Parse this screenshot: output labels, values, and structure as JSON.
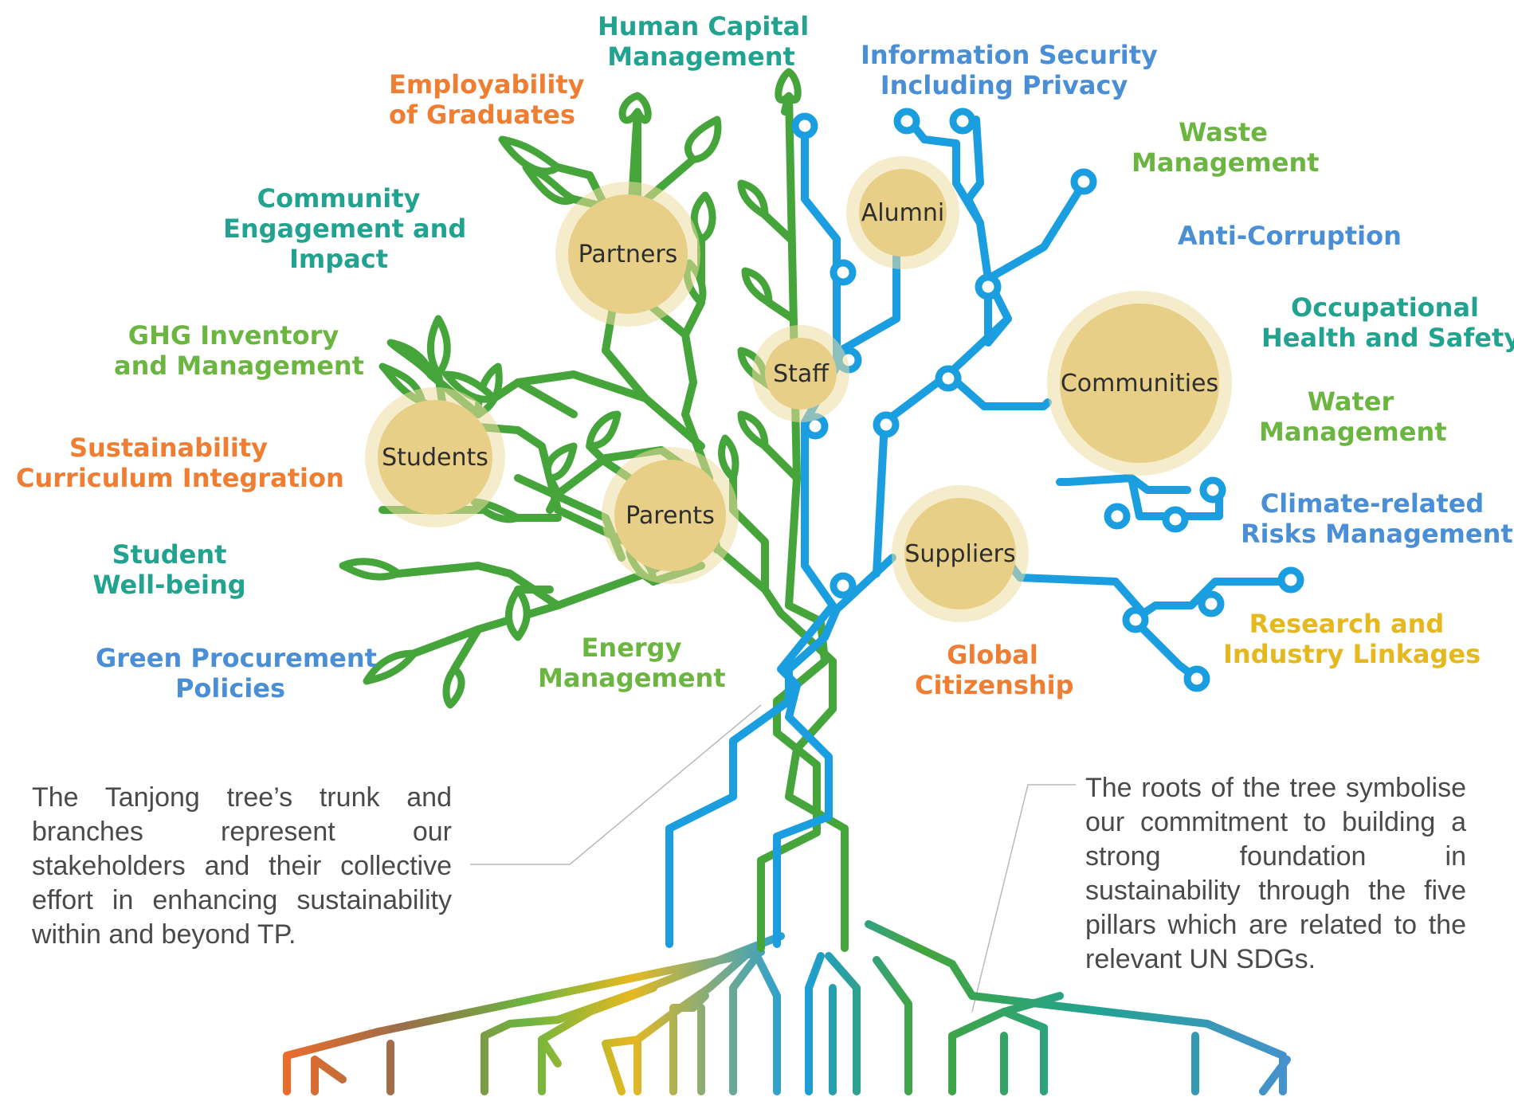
{
  "colors": {
    "green_branch": "#45a53a",
    "blue_branch": "#1a9ee0",
    "node_fill": "#e8cf87",
    "node_halo": "#f1e4b6",
    "orange": "#ef7d32",
    "teal": "#22a38f",
    "green": "#6bb541",
    "blue": "#4a8fd6",
    "yellow": "#e6b820",
    "body_text": "#4a4a4a"
  },
  "labels": {
    "human_capital": {
      "line1": "Human Capital",
      "line2": "Management"
    },
    "employability": {
      "line1": "Employability",
      "line2": "of Graduates"
    },
    "info_security": {
      "line1": "Information Security",
      "line2": "Including Privacy"
    },
    "waste": {
      "line1": "Waste",
      "line2": "Management"
    },
    "community": {
      "line1": "Community",
      "line2": "Engagement and",
      "line3": "Impact"
    },
    "anti_corruption": {
      "line1": "Anti-Corruption"
    },
    "ohs": {
      "line1": "Occupational",
      "line2": "Health and Safety"
    },
    "ghg": {
      "line1": "GHG Inventory",
      "line2": "and Management"
    },
    "water": {
      "line1": "Water",
      "line2": "Management"
    },
    "curriculum": {
      "line1": "Sustainability",
      "line2": "Curriculum Integration"
    },
    "climate": {
      "line1": "Climate-related",
      "line2": "Risks Management"
    },
    "wellbeing": {
      "line1": "Student",
      "line2": "Well-being"
    },
    "research": {
      "line1": "Research and",
      "line2": "Industry Linkages"
    },
    "energy": {
      "line1": "Energy",
      "line2": "Management"
    },
    "global": {
      "line1": "Global",
      "line2": "Citizenship"
    },
    "procurement": {
      "line1": "Green Procurement",
      "line2": "Policies"
    }
  },
  "nodes": {
    "partners": "Partners",
    "alumni": "Alumni",
    "staff": "Staff",
    "communities": "Communities",
    "students": "Students",
    "parents": "Parents",
    "suppliers": "Suppliers"
  },
  "captions": {
    "trunk": "The Tanjong tree’s trunk and branches represent our stakeholders and their collective effort in enhancing sustainability within and beyond TP.",
    "roots": "The roots of the tree symbolise our commitment to building a strong foundation in sustainability through the five pillars which are related to the relevant UN SDGs."
  }
}
